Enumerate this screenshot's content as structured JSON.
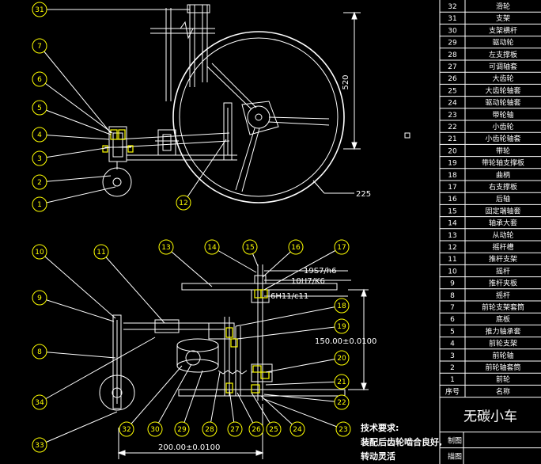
{
  "colors": {
    "background": "#000000",
    "lines": "#ffffff",
    "balloons": "#ffff00",
    "parts": "#ffff00"
  },
  "dimensions": {
    "height_520": "520",
    "radius_225": "225",
    "fit_1": "19S7/h6",
    "fit_2": "10H7/K6",
    "fit_3": "6H11/c11",
    "center_150": "150.00±0.0100",
    "center_200": "200.00±0.0100"
  },
  "tech_requirements": {
    "title": "技术要求:",
    "line1": "装配后齿轮啮合良好,",
    "line2": "转动灵活"
  },
  "balloons_top": [
    "31",
    "7",
    "6",
    "5",
    "4",
    "3",
    "2",
    "1",
    "12"
  ],
  "balloons_bottom": [
    "10",
    "11",
    "13",
    "14",
    "15",
    "16",
    "17",
    "9",
    "8",
    "18",
    "19",
    "20",
    "21",
    "22",
    "34",
    "33",
    "32",
    "30",
    "29",
    "28",
    "27",
    "26",
    "25",
    "24",
    "23"
  ],
  "parts_list": [
    {
      "no": "32",
      "name": "滑轮"
    },
    {
      "no": "31",
      "name": "支架"
    },
    {
      "no": "30",
      "name": "支架横杆"
    },
    {
      "no": "29",
      "name": "驱动轮"
    },
    {
      "no": "28",
      "name": "左支撑板"
    },
    {
      "no": "27",
      "name": "可调轴套"
    },
    {
      "no": "26",
      "name": "大齿轮"
    },
    {
      "no": "25",
      "name": "大齿轮轴套"
    },
    {
      "no": "24",
      "name": "驱动轮轴套"
    },
    {
      "no": "23",
      "name": "带轮轴"
    },
    {
      "no": "22",
      "name": "小齿轮"
    },
    {
      "no": "21",
      "name": "小齿轮轴套"
    },
    {
      "no": "20",
      "name": "带轮"
    },
    {
      "no": "19",
      "name": "带轮轴支撑板"
    },
    {
      "no": "18",
      "name": "曲柄"
    },
    {
      "no": "17",
      "name": "右支撑板"
    },
    {
      "no": "16",
      "name": "后轴"
    },
    {
      "no": "15",
      "name": "固定端轴套"
    },
    {
      "no": "14",
      "name": "轴承大套"
    },
    {
      "no": "13",
      "name": "从动轮"
    },
    {
      "no": "12",
      "name": "摇杆槽"
    },
    {
      "no": "11",
      "name": "推杆支架"
    },
    {
      "no": "10",
      "name": "摇杆"
    },
    {
      "no": "9",
      "name": "推杆夹板"
    },
    {
      "no": "8",
      "name": "摇杆"
    },
    {
      "no": "7",
      "name": "前轮支架套筒"
    },
    {
      "no": "6",
      "name": "底板"
    },
    {
      "no": "5",
      "name": "推力轴承套"
    },
    {
      "no": "4",
      "name": "前轮支架"
    },
    {
      "no": "3",
      "name": "前轮轴"
    },
    {
      "no": "2",
      "name": "前轮轴套筒"
    },
    {
      "no": "1",
      "name": "前轮"
    }
  ],
  "table_header": {
    "no": "序号",
    "name": "名称"
  },
  "title_block": {
    "title": "无碳小车",
    "drawn_label": "制图",
    "traced_label": "描图"
  }
}
